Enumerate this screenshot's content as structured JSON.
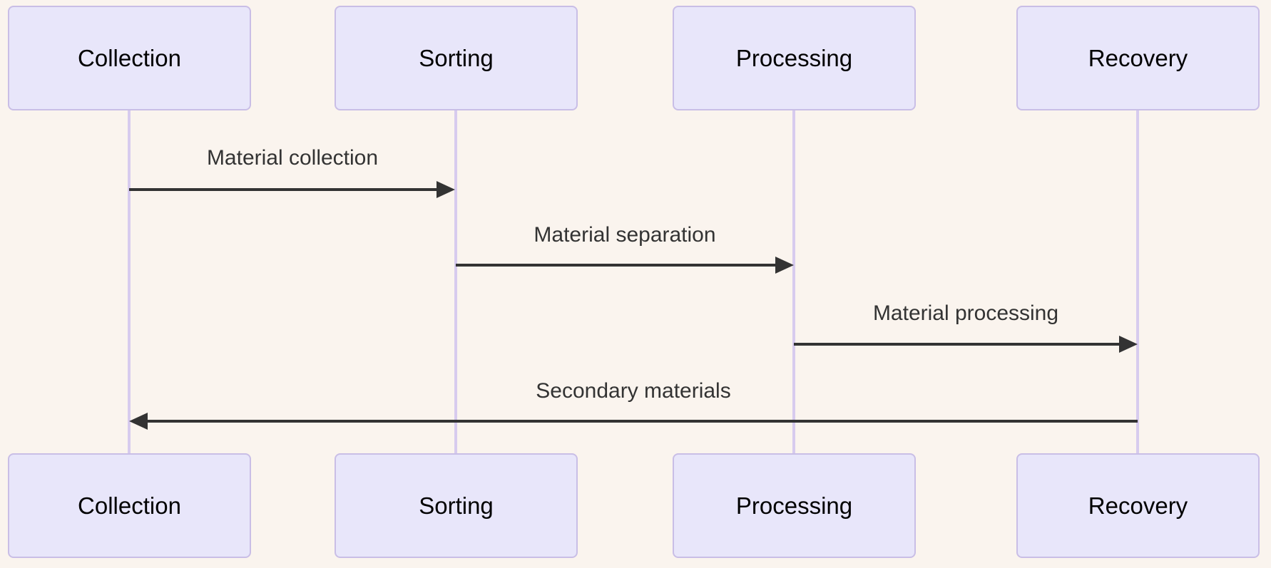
{
  "diagram": {
    "type": "sequence-diagram",
    "colors": {
      "background": "#faf4ee",
      "actor_fill": "#e8e6fa",
      "actor_border": "#c9bee6",
      "lifeline": "#d7cbee",
      "arrow": "#333333",
      "message_text": "#333333",
      "actor_text": "#000000"
    },
    "actors": [
      {
        "id": "collection",
        "label": "Collection"
      },
      {
        "id": "sorting",
        "label": "Sorting"
      },
      {
        "id": "processing",
        "label": "Processing"
      },
      {
        "id": "recovery",
        "label": "Recovery"
      }
    ],
    "messages": [
      {
        "label": "Material collection",
        "from": "Collection",
        "to": "Sorting",
        "direction": "right"
      },
      {
        "label": "Material separation",
        "from": "Sorting",
        "to": "Processing",
        "direction": "right"
      },
      {
        "label": "Material processing",
        "from": "Processing",
        "to": "Recovery",
        "direction": "right"
      },
      {
        "label": "Secondary materials",
        "from": "Recovery",
        "to": "Collection",
        "direction": "left"
      }
    ]
  }
}
